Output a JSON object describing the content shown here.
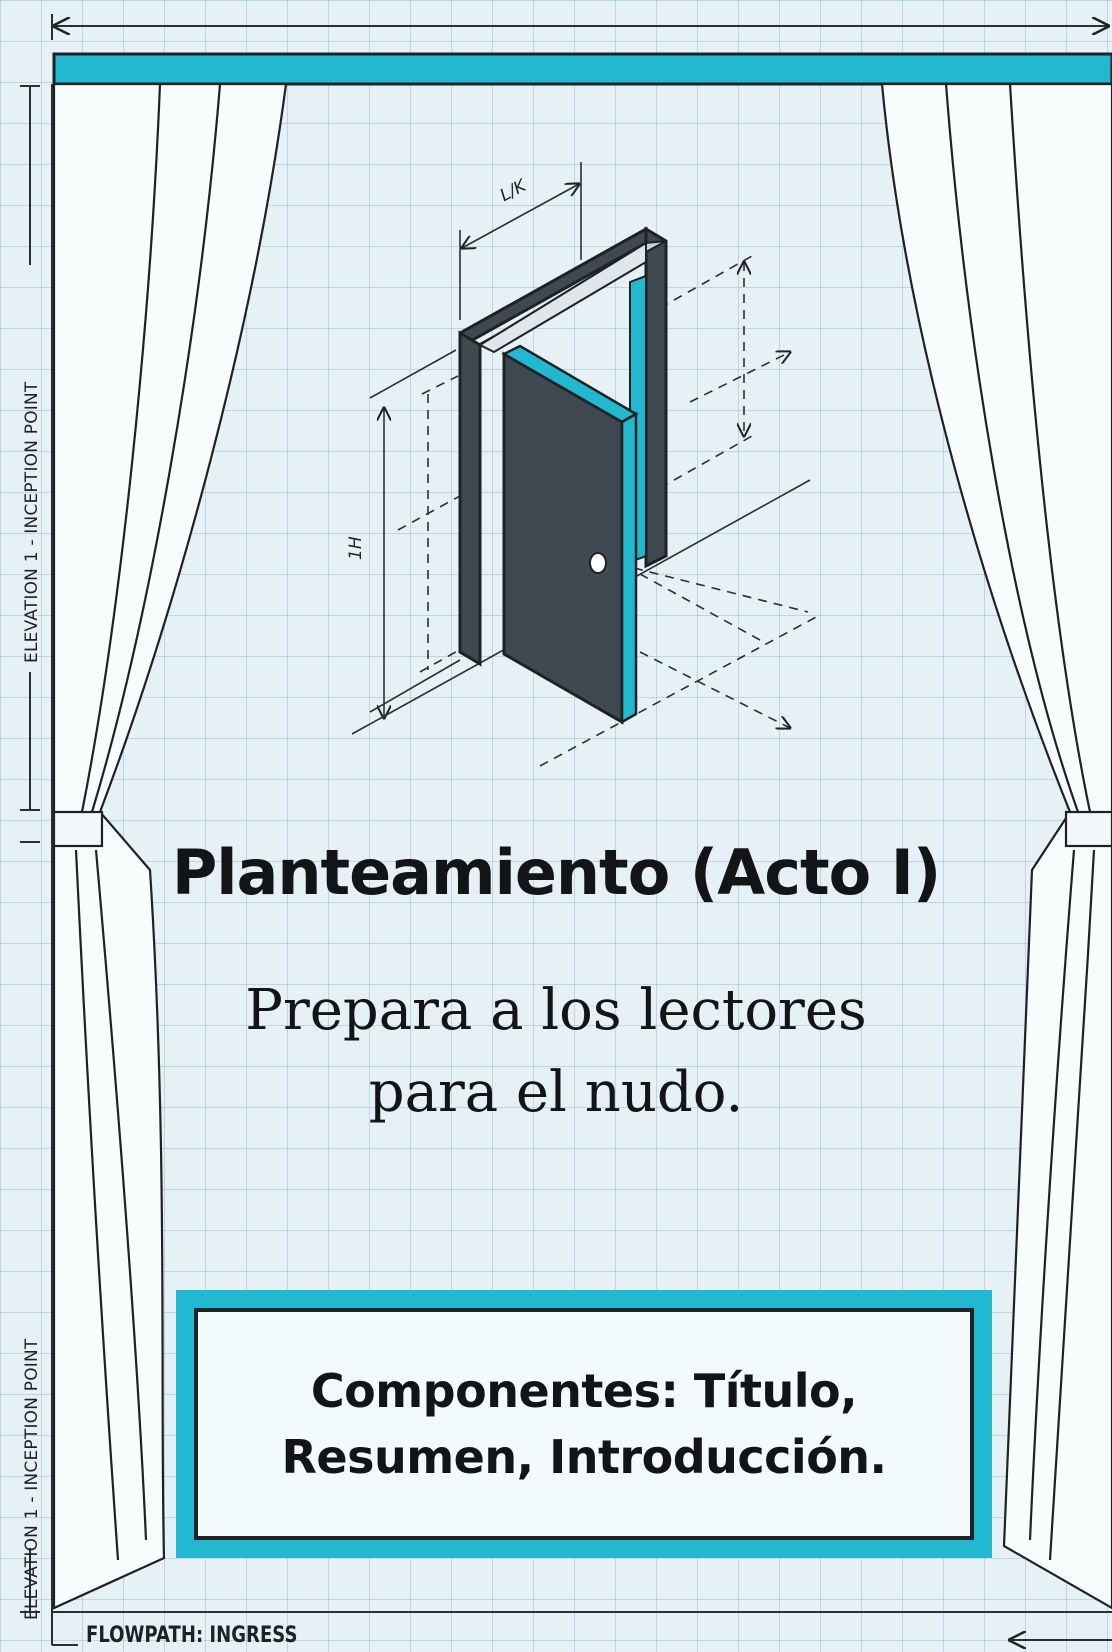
{
  "labels": {
    "side_top": "ELEVATION 1 - INCEPTION POINT",
    "side_bottom": "ELEVATION 1 - INCEPTION POINT",
    "footer": "FLOWPATH: INGRESS",
    "dim_width": "L/K",
    "dim_height": "1H"
  },
  "title": "Planteamiento (Acto I)",
  "subtitle": [
    "Prepara a los lectores",
    "para el nudo."
  ],
  "box": {
    "lines": [
      "Componentes: Título,",
      "Resumen, Introducción."
    ]
  },
  "colors": {
    "accent": "#22b8cf",
    "dark": "#3e4a50",
    "background": "#e6f1f6",
    "ink": "#121415"
  },
  "icons": [
    "door-icon",
    "curtain-left-icon",
    "curtain-right-icon"
  ]
}
